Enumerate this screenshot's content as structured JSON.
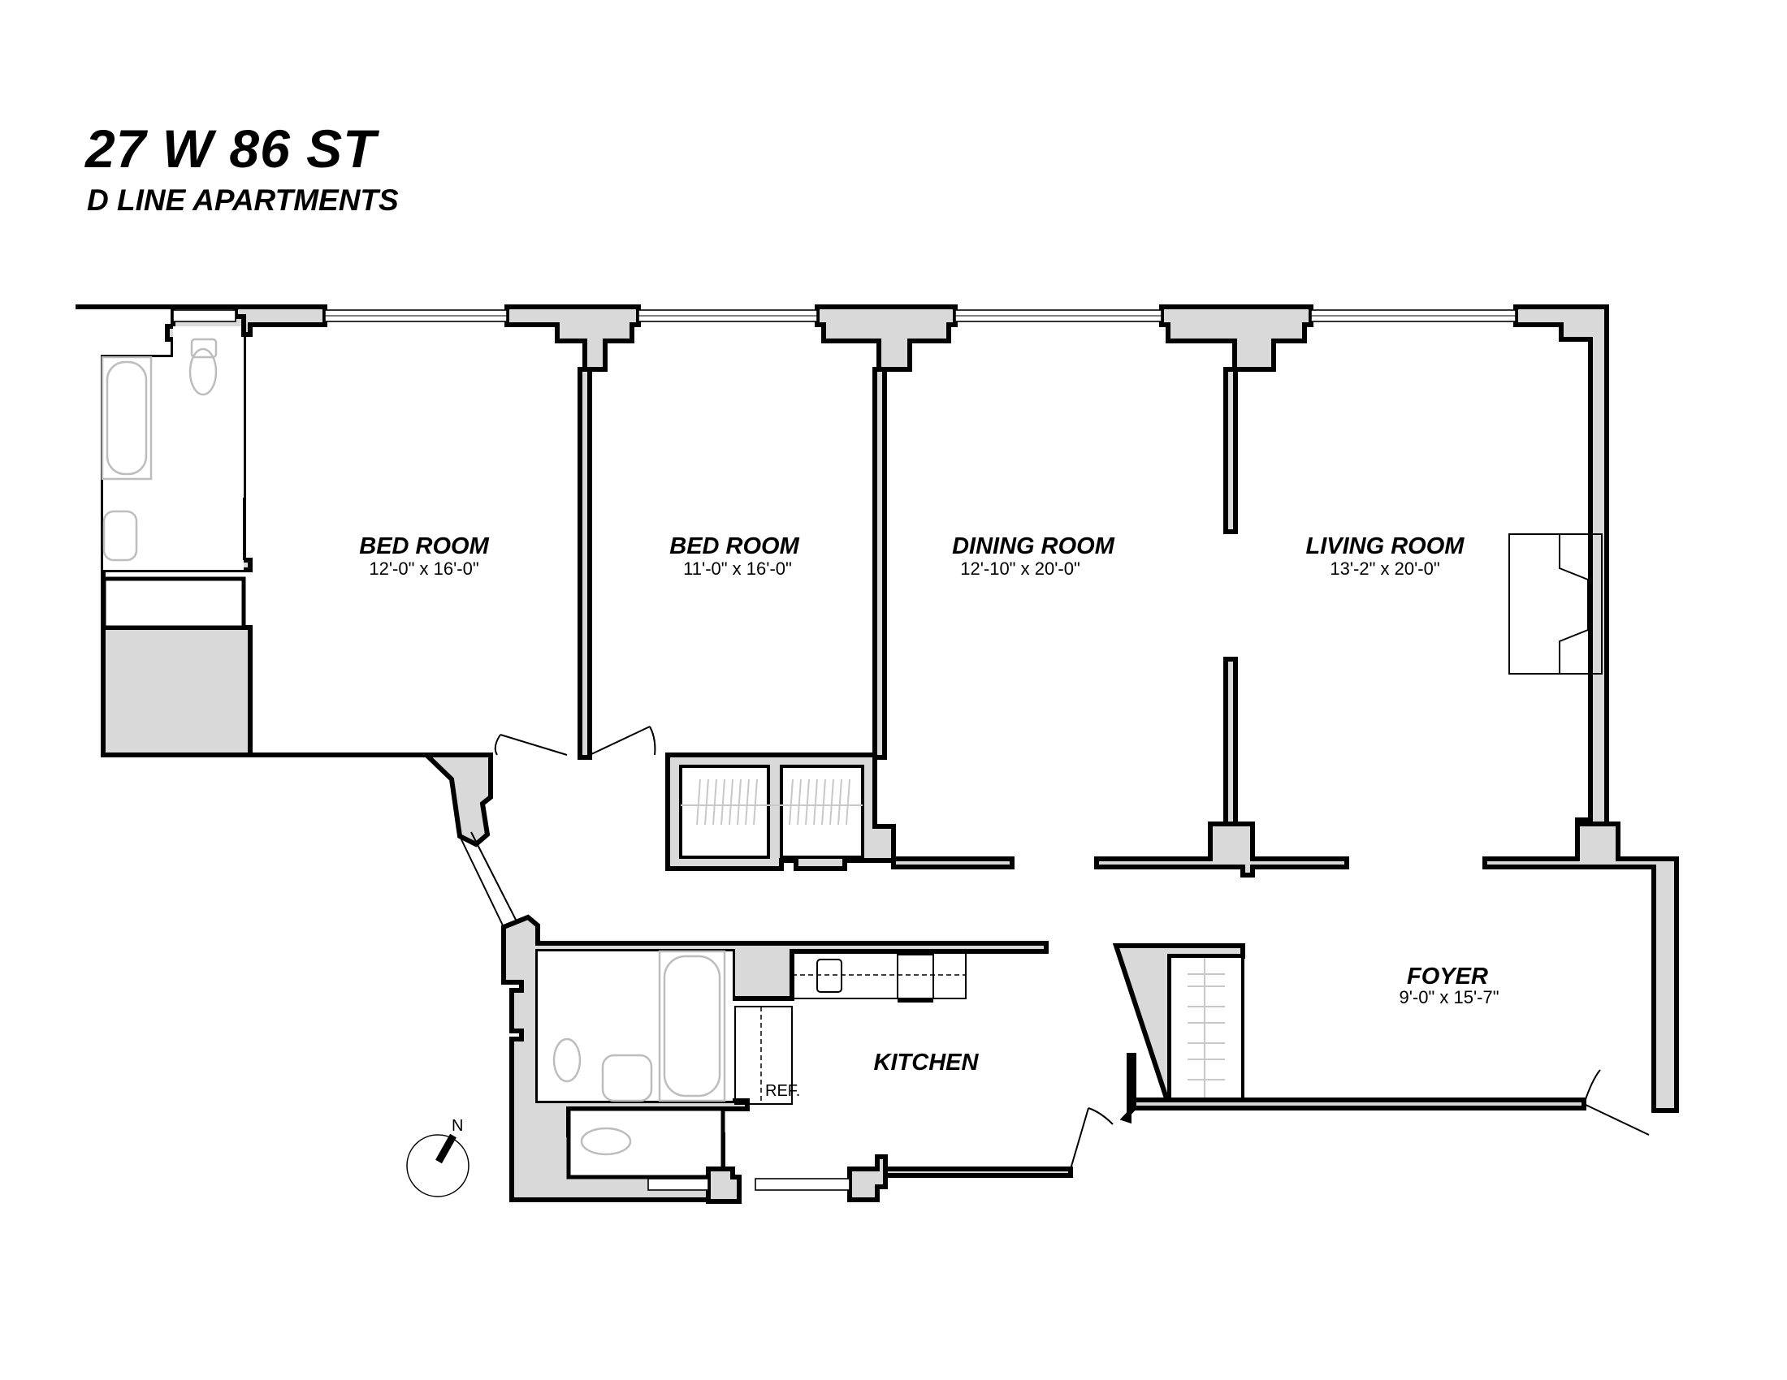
{
  "header": {
    "title": "27 W 86 ST",
    "subtitle": "D LINE APARTMENTS"
  },
  "rooms": [
    {
      "name": "BED ROOM",
      "dimensions": "12'-0\" x 16'-0\""
    },
    {
      "name": "BED ROOM",
      "dimensions": "11'-0\" x 16'-0\""
    },
    {
      "name": "DINING ROOM",
      "dimensions": "12'-10\" x 20'-0\""
    },
    {
      "name": "LIVING ROOM",
      "dimensions": "13'-2\" x 20'-0\""
    },
    {
      "name": "FOYER",
      "dimensions": "9'-0\" x 15'-7\""
    },
    {
      "name": "KITCHEN",
      "dimensions": ""
    }
  ],
  "fixtures": {
    "refrigerator_label": "REF."
  },
  "compass": {
    "label": "N"
  }
}
